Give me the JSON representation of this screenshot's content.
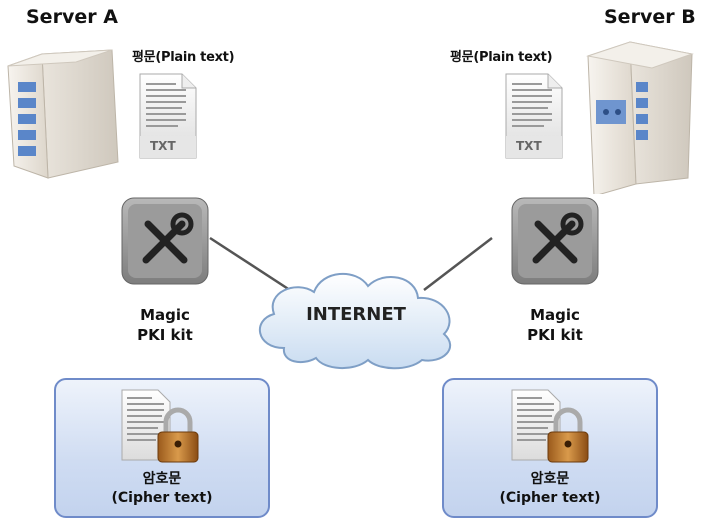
{
  "server_a": {
    "title": "Server A",
    "plain_label": "평문(Plain text)",
    "file_ext": "TXT",
    "kit_line1": "Magic",
    "kit_line2": "PKI kit",
    "cipher_line1": "암호문",
    "cipher_line2": "(Cipher text)"
  },
  "server_b": {
    "title": "Server B",
    "plain_label": "평문(Plain text)",
    "file_ext": "TXT",
    "kit_line1": "Magic",
    "kit_line2": "PKI kit",
    "cipher_line1": "암호문",
    "cipher_line2": "(Cipher text)"
  },
  "network": {
    "label": "INTERNET"
  },
  "icons": {
    "server": "server-tower-icon",
    "document": "text-document-icon",
    "kit": "tools-icon",
    "cloud": "cloud-icon",
    "lock": "padlock-icon"
  },
  "colors": {
    "cipher_box_border": "#6f8bc9",
    "cipher_box_fill": "#cfdcf2",
    "cloud_fill": "#e4eef9",
    "cloud_stroke": "#7f9fc6"
  }
}
